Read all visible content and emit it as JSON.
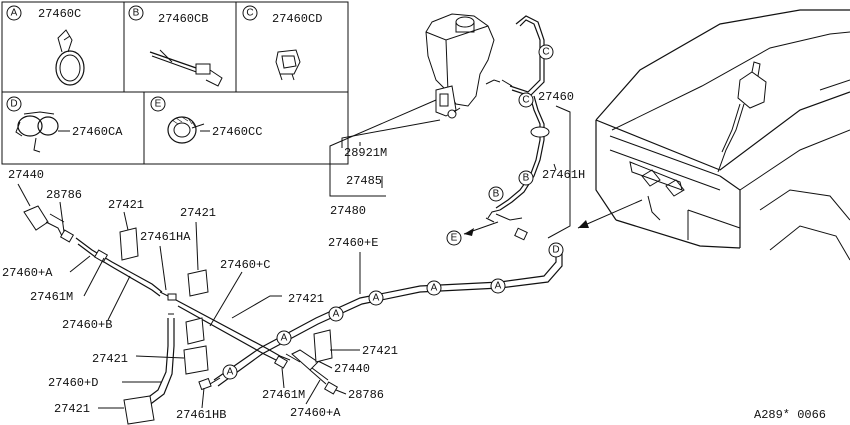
{
  "legend": {
    "cells": [
      {
        "letter": "A",
        "part": "27460C"
      },
      {
        "letter": "B",
        "part": "27460CB"
      },
      {
        "letter": "C",
        "part": "27460CD"
      },
      {
        "letter": "D",
        "part": "27460CA"
      },
      {
        "letter": "E",
        "part": "27460CC"
      }
    ]
  },
  "labels": {
    "l27440a": "27440",
    "l28786a": "28786",
    "l27421a": "27421",
    "l27461HA": "27461HA",
    "l27421b": "27421",
    "l27460pA_left": "27460+A",
    "l27461M_left": "27461M",
    "l27460pB": "27460+B",
    "l27460pC": "27460+C",
    "l27421c": "27421",
    "l27421d": "27421",
    "l27460pD": "27460+D",
    "l27421e": "27421",
    "l27461HB": "27461HB",
    "l27461M_mid": "27461M",
    "l27460pA_mid": "27460+A",
    "l27440b": "27440",
    "l28786b": "28786",
    "l27421f": "27421",
    "l27460pE": "27460+E",
    "l28921M": "28921M",
    "l27485": "27485",
    "l27480": "27480",
    "l27460": "27460",
    "l27461H": "27461H"
  },
  "callouts": {
    "a": "A",
    "b": "B",
    "c": "C",
    "d": "D",
    "e": "E"
  },
  "footer": {
    "code": "A289* 0066"
  }
}
